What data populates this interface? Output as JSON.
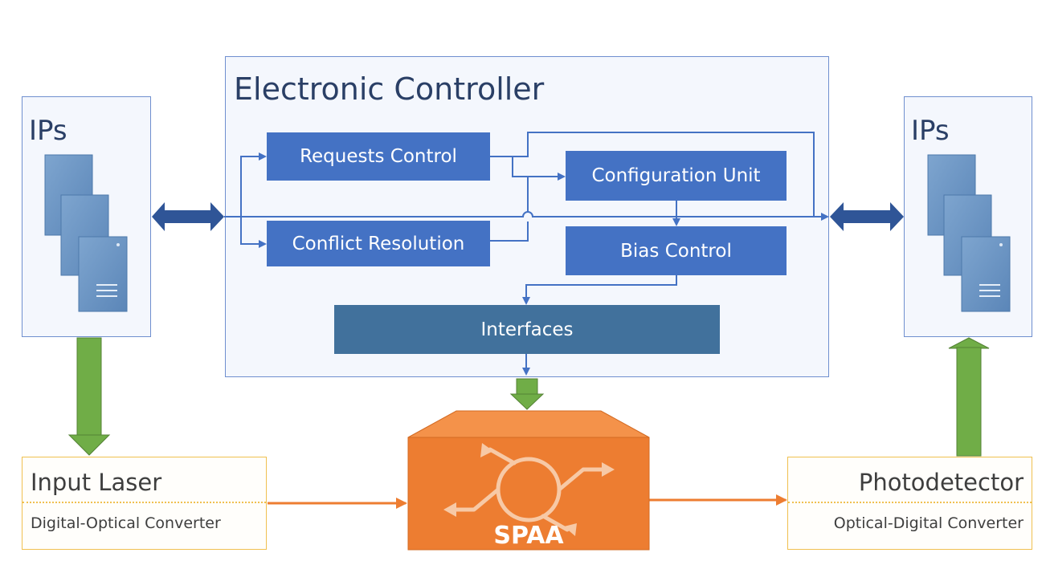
{
  "controller": {
    "title": "Electronic Controller",
    "blocks": {
      "requests": "Requests Control",
      "conflict": "Conflict Resolution",
      "config": "Configuration Unit",
      "bias": "Bias Control",
      "interfaces": "Interfaces"
    }
  },
  "ips_left": {
    "title": "IPs"
  },
  "ips_right": {
    "title": "IPs"
  },
  "input_laser": {
    "title": "Input Laser",
    "subtitle": "Digital-Optical Converter"
  },
  "photodetector": {
    "title": "Photodetector",
    "subtitle": "Optical-Digital Converter"
  },
  "spaa": {
    "label": "SPAA"
  },
  "colors": {
    "block_blue": "#4472c4",
    "interfaces_blue": "#41719c",
    "panel_border": "#6f8fcf",
    "green_arrow": "#70ad47",
    "orange": "#ed7d31",
    "converter_border": "#f0c050"
  },
  "icons": [
    "server-icon",
    "double-arrow-icon",
    "ring-router-icon"
  ]
}
